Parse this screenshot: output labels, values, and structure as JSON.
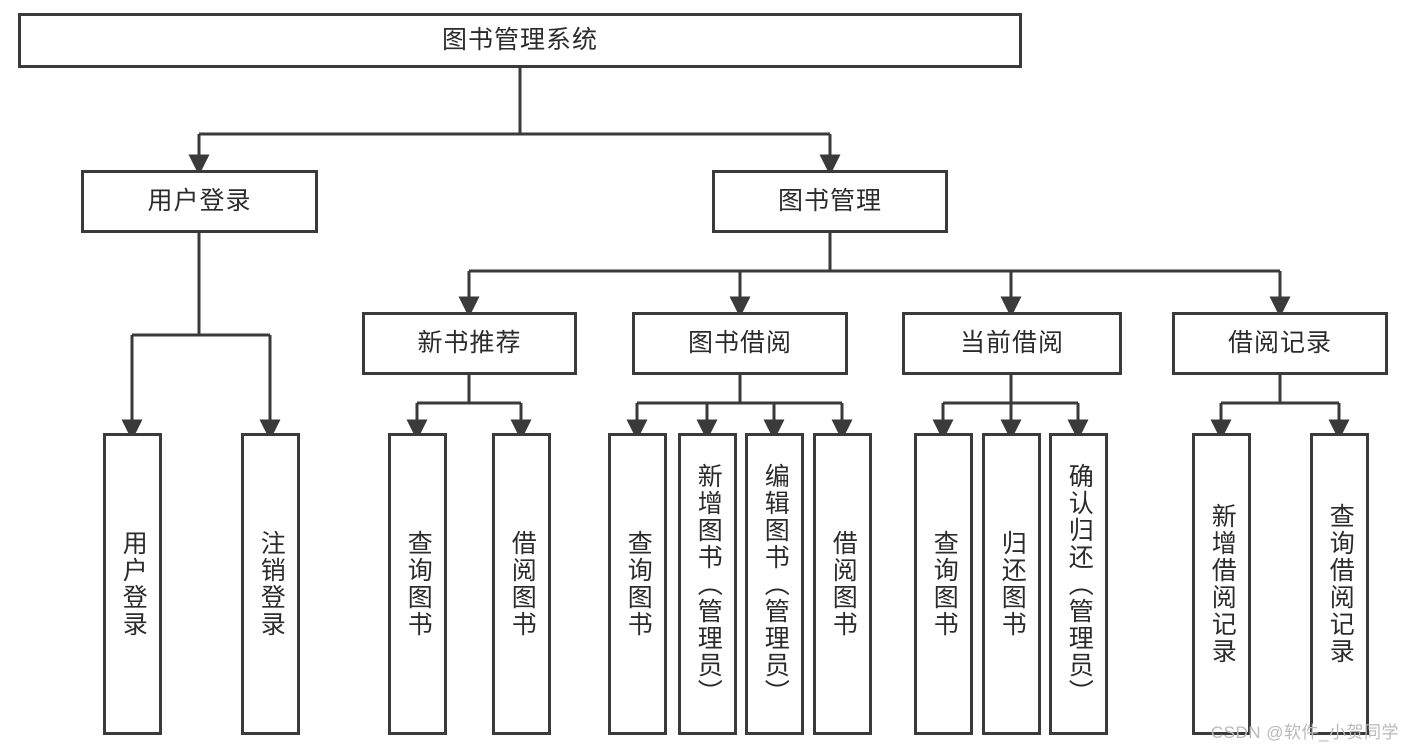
{
  "diagram": {
    "type": "tree-hierarchy",
    "title": "图书管理系统",
    "watermark": "CSDN @软件_小贺同学",
    "colors": {
      "stroke": "#3a3a3a",
      "fill": "#ffffff",
      "text": "#2b2b2b",
      "watermark": "#b9b9b9"
    },
    "nodes": {
      "root": {
        "label": "图书管理系统"
      },
      "level2": [
        {
          "id": "user-login",
          "label": "用户登录"
        },
        {
          "id": "book-management",
          "label": "图书管理"
        }
      ],
      "level3": [
        {
          "id": "new-book-recommend",
          "label": "新书推荐"
        },
        {
          "id": "book-borrow",
          "label": "图书借阅"
        },
        {
          "id": "current-borrow",
          "label": "当前借阅"
        },
        {
          "id": "borrow-record",
          "label": "借阅记录"
        }
      ],
      "leaves": {
        "user-login": [
          {
            "id": "leaf-user-login",
            "label": "用户登录"
          },
          {
            "id": "leaf-user-logout",
            "label": "注销登录"
          }
        ],
        "new-book-recommend": [
          {
            "id": "leaf-query-book-1",
            "label": "查询图书"
          },
          {
            "id": "leaf-borrow-book-1",
            "label": "借阅图书"
          }
        ],
        "book-borrow": [
          {
            "id": "leaf-query-book-2",
            "label": "查询图书"
          },
          {
            "id": "leaf-add-book",
            "label": "新增图书（管理员）"
          },
          {
            "id": "leaf-edit-book",
            "label": "编辑图书（管理员）"
          },
          {
            "id": "leaf-borrow-book-2",
            "label": "借阅图书"
          }
        ],
        "current-borrow": [
          {
            "id": "leaf-query-book-3",
            "label": "查询图书"
          },
          {
            "id": "leaf-return-book",
            "label": "归还图书"
          },
          {
            "id": "leaf-confirm-return",
            "label": "确认归还（管理员）"
          }
        ],
        "borrow-record": [
          {
            "id": "leaf-add-record",
            "label": "新增借阅记录"
          },
          {
            "id": "leaf-query-record",
            "label": "查询借阅记录"
          }
        ]
      }
    }
  }
}
